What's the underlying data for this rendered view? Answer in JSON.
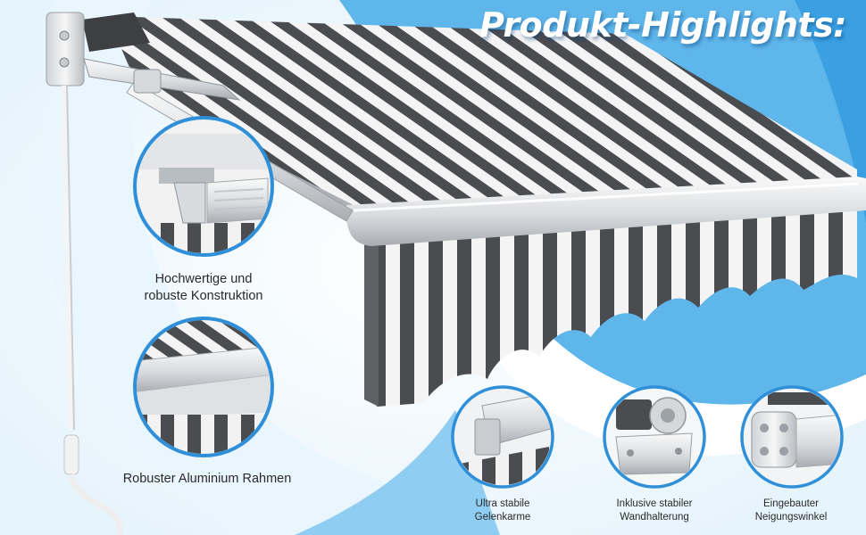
{
  "headline": "Produkt-Highlights:",
  "features": [
    {
      "lines": [
        "Hochwertige und",
        "robuste Konstruktion"
      ]
    },
    {
      "lines": [
        "Robuster Aluminium Rahmen"
      ]
    },
    {
      "lines": [
        "Ultra stabile",
        "Gelenkarme"
      ]
    },
    {
      "lines": [
        "Inklusive stabiler",
        "Wandhalterung"
      ]
    },
    {
      "lines": [
        "Eingebauter",
        "Neigungswinkel"
      ]
    }
  ],
  "colors": {
    "sky_blue": "#5fb6ea",
    "pale_blue": "#dff1fb",
    "stripe_dark": "#4a4c50",
    "ring_blue": "#2f8fd8"
  }
}
